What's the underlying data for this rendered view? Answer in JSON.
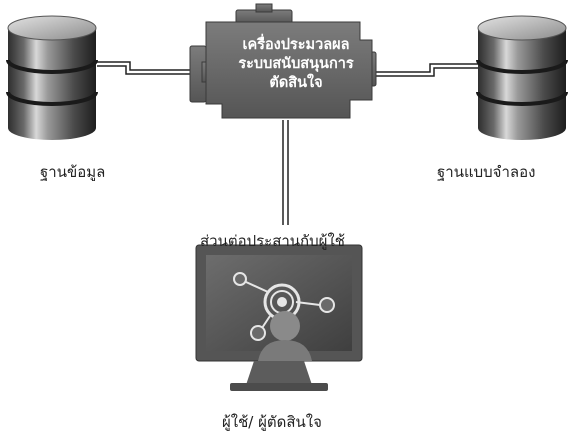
{
  "engine": {
    "line1": "เครื่องประมวลผล",
    "line2": "ระบบสนับสนุนการ",
    "line3": "ตัดสินใจ"
  },
  "database_label": "ฐานข้อมูล",
  "model_base_label": "ฐานแบบจำลอง",
  "interface_label": "ส่วนต่อประสานกับผู้ใช้",
  "user_label": "ผู้ใช้/ ผู้ตัดสินใจ",
  "colors": {
    "cylinder_dark": "#3a3a3a",
    "cylinder_mid": "#8a8a8a",
    "cylinder_light": "#cfcfcf",
    "engine_fill": "#6e6e6e",
    "monitor_fill": "#555555"
  }
}
